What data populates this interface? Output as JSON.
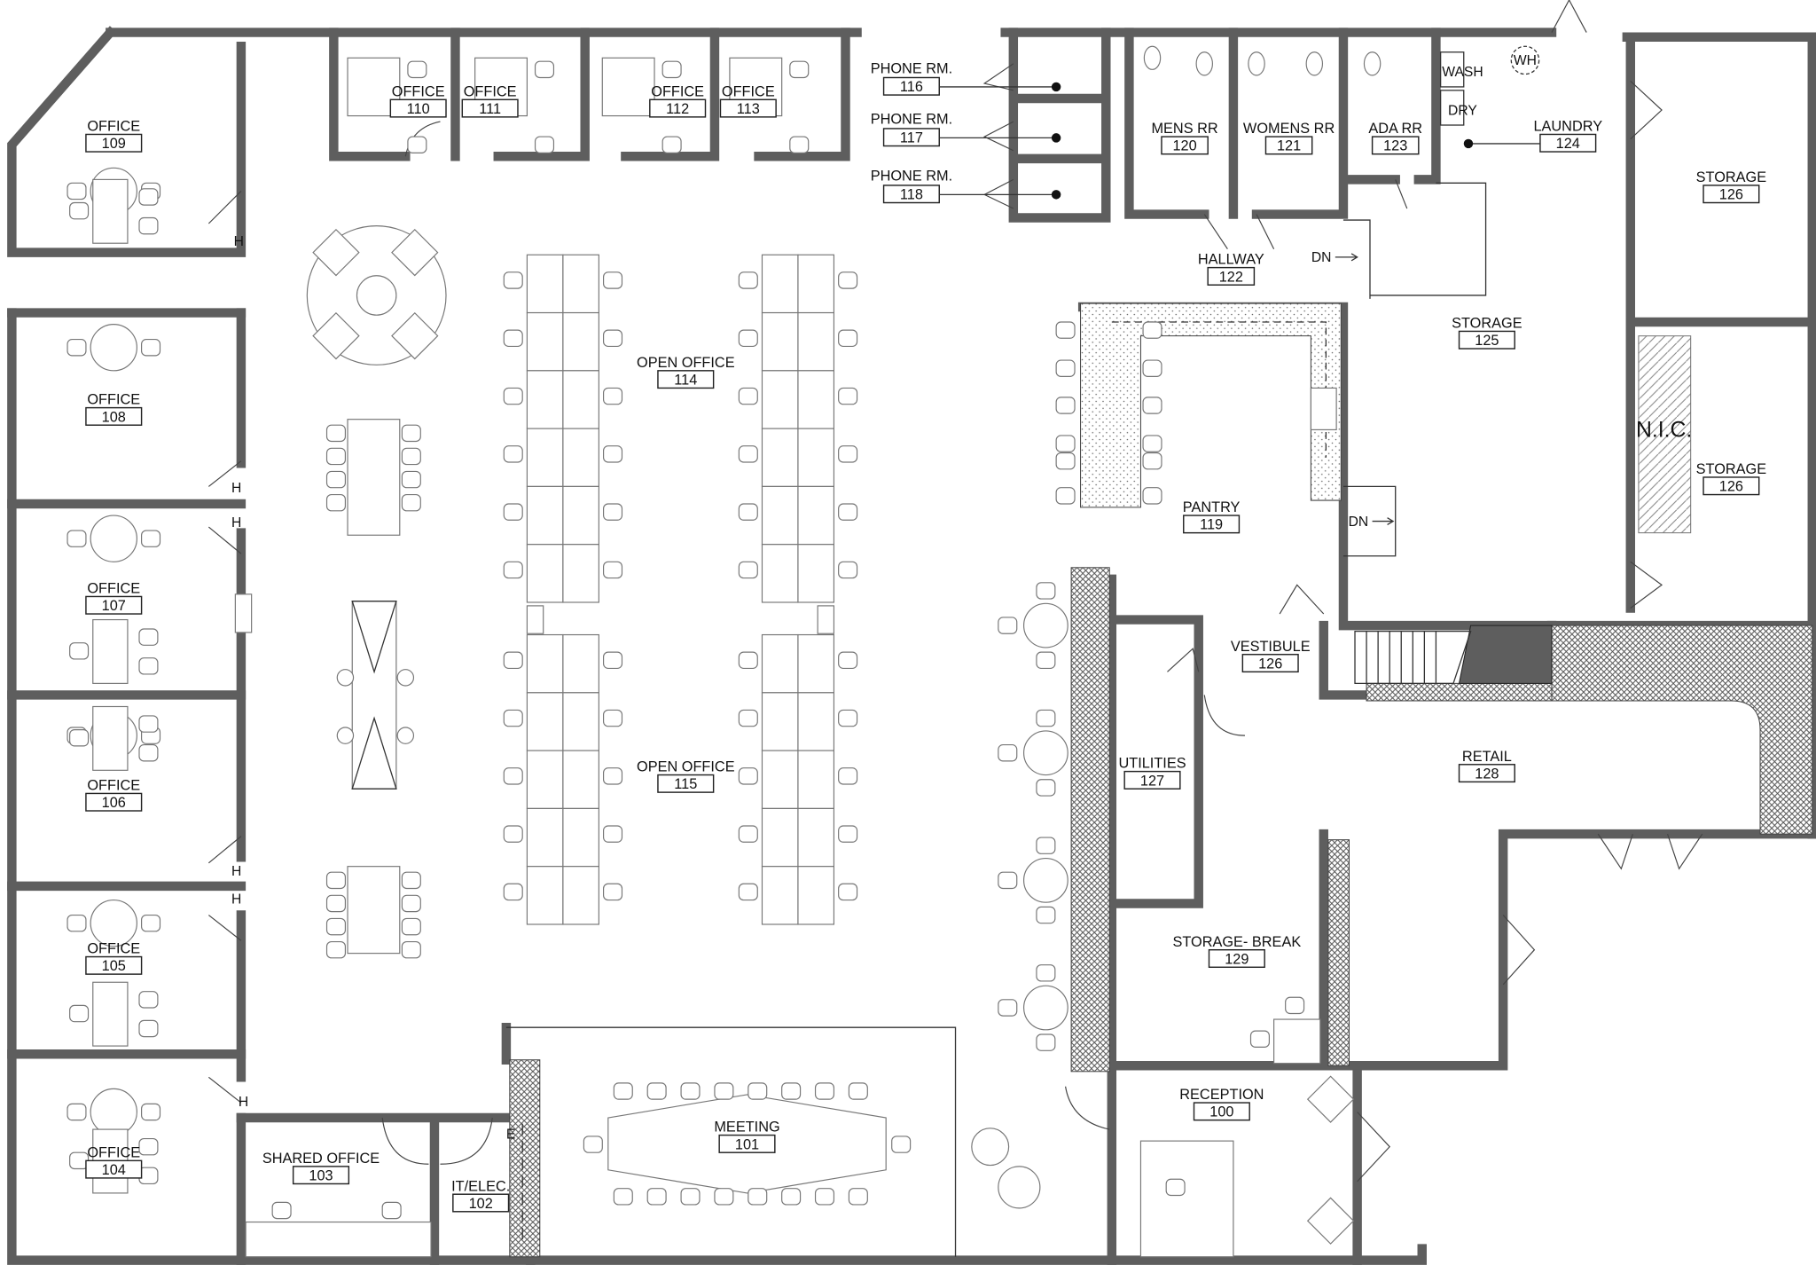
{
  "rooms": [
    {
      "name": "OFFICE",
      "number": "109"
    },
    {
      "name": "OFFICE",
      "number": "110"
    },
    {
      "name": "OFFICE",
      "number": "111"
    },
    {
      "name": "OFFICE",
      "number": "112"
    },
    {
      "name": "OFFICE",
      "number": "113"
    },
    {
      "name": "PHONE RM.",
      "number": "116"
    },
    {
      "name": "PHONE RM.",
      "number": "117"
    },
    {
      "name": "PHONE RM.",
      "number": "118"
    },
    {
      "name": "MENS RR",
      "number": "120"
    },
    {
      "name": "WOMENS RR",
      "number": "121"
    },
    {
      "name": "ADA RR",
      "number": "123"
    },
    {
      "name": "LAUNDRY",
      "number": "124"
    },
    {
      "name": "STORAGE",
      "number": "126"
    },
    {
      "name": "HALLWAY",
      "number": "122"
    },
    {
      "name": "STORAGE",
      "number": "125"
    },
    {
      "name": "STORAGE",
      "number": "126"
    },
    {
      "name": "OPEN OFFICE",
      "number": "114"
    },
    {
      "name": "PANTRY",
      "number": "119"
    },
    {
      "name": "OFFICE",
      "number": "108"
    },
    {
      "name": "OFFICE",
      "number": "107"
    },
    {
      "name": "VESTIBULE",
      "number": "126"
    },
    {
      "name": "OPEN OFFICE",
      "number": "115"
    },
    {
      "name": "RETAIL",
      "number": "128"
    },
    {
      "name": "UTILITIES",
      "number": "127"
    },
    {
      "name": "OFFICE",
      "number": "106"
    },
    {
      "name": "STORAGE- BREAK",
      "number": "129"
    },
    {
      "name": "OFFICE",
      "number": "105"
    },
    {
      "name": "RECEPTION",
      "number": "100"
    },
    {
      "name": "MEETING",
      "number": "101"
    },
    {
      "name": "OFFICE",
      "number": "104"
    },
    {
      "name": "SHARED OFFICE",
      "number": "103"
    },
    {
      "name": "IT/ELEC.",
      "number": "102"
    }
  ],
  "annotations": {
    "nic": "N.I.C.",
    "down": "DN",
    "wash": "WASH",
    "dry": "DRY",
    "water_heater": "WH",
    "electrical": "E",
    "hose": "H"
  },
  "colors": {
    "wall": "#5e5e5e",
    "line": "#333333",
    "background": "#ffffff"
  }
}
